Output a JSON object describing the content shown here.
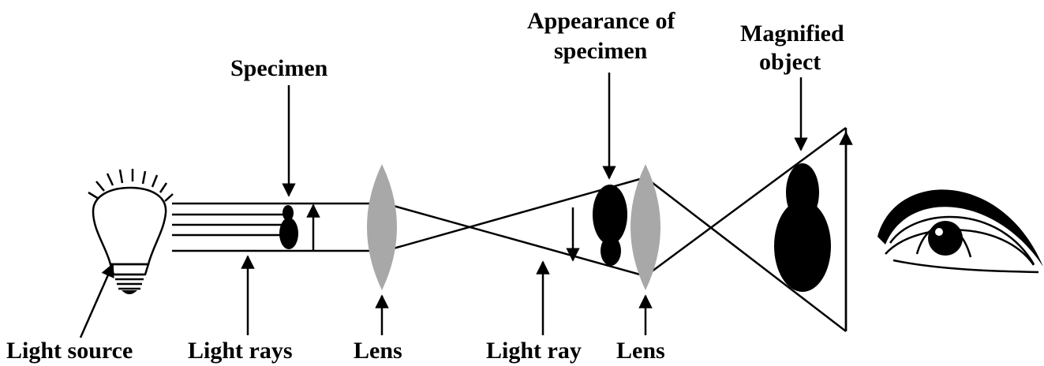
{
  "labels": {
    "light_source": "Light source",
    "light_rays": "Light rays",
    "lens_1": "Lens",
    "light_ray": "Light ray",
    "lens_2": "Lens",
    "specimen": "Specimen",
    "appearance_line1": "Appearance of",
    "appearance_line2": "specimen",
    "magnified_line1": "Magnified",
    "magnified_line2": "object"
  },
  "colors": {
    "ink": "#000000",
    "lens": "#a8a8a8",
    "background": "#ffffff"
  },
  "icons": {
    "light_source": "light-bulb-icon",
    "viewer": "eye-icon"
  }
}
